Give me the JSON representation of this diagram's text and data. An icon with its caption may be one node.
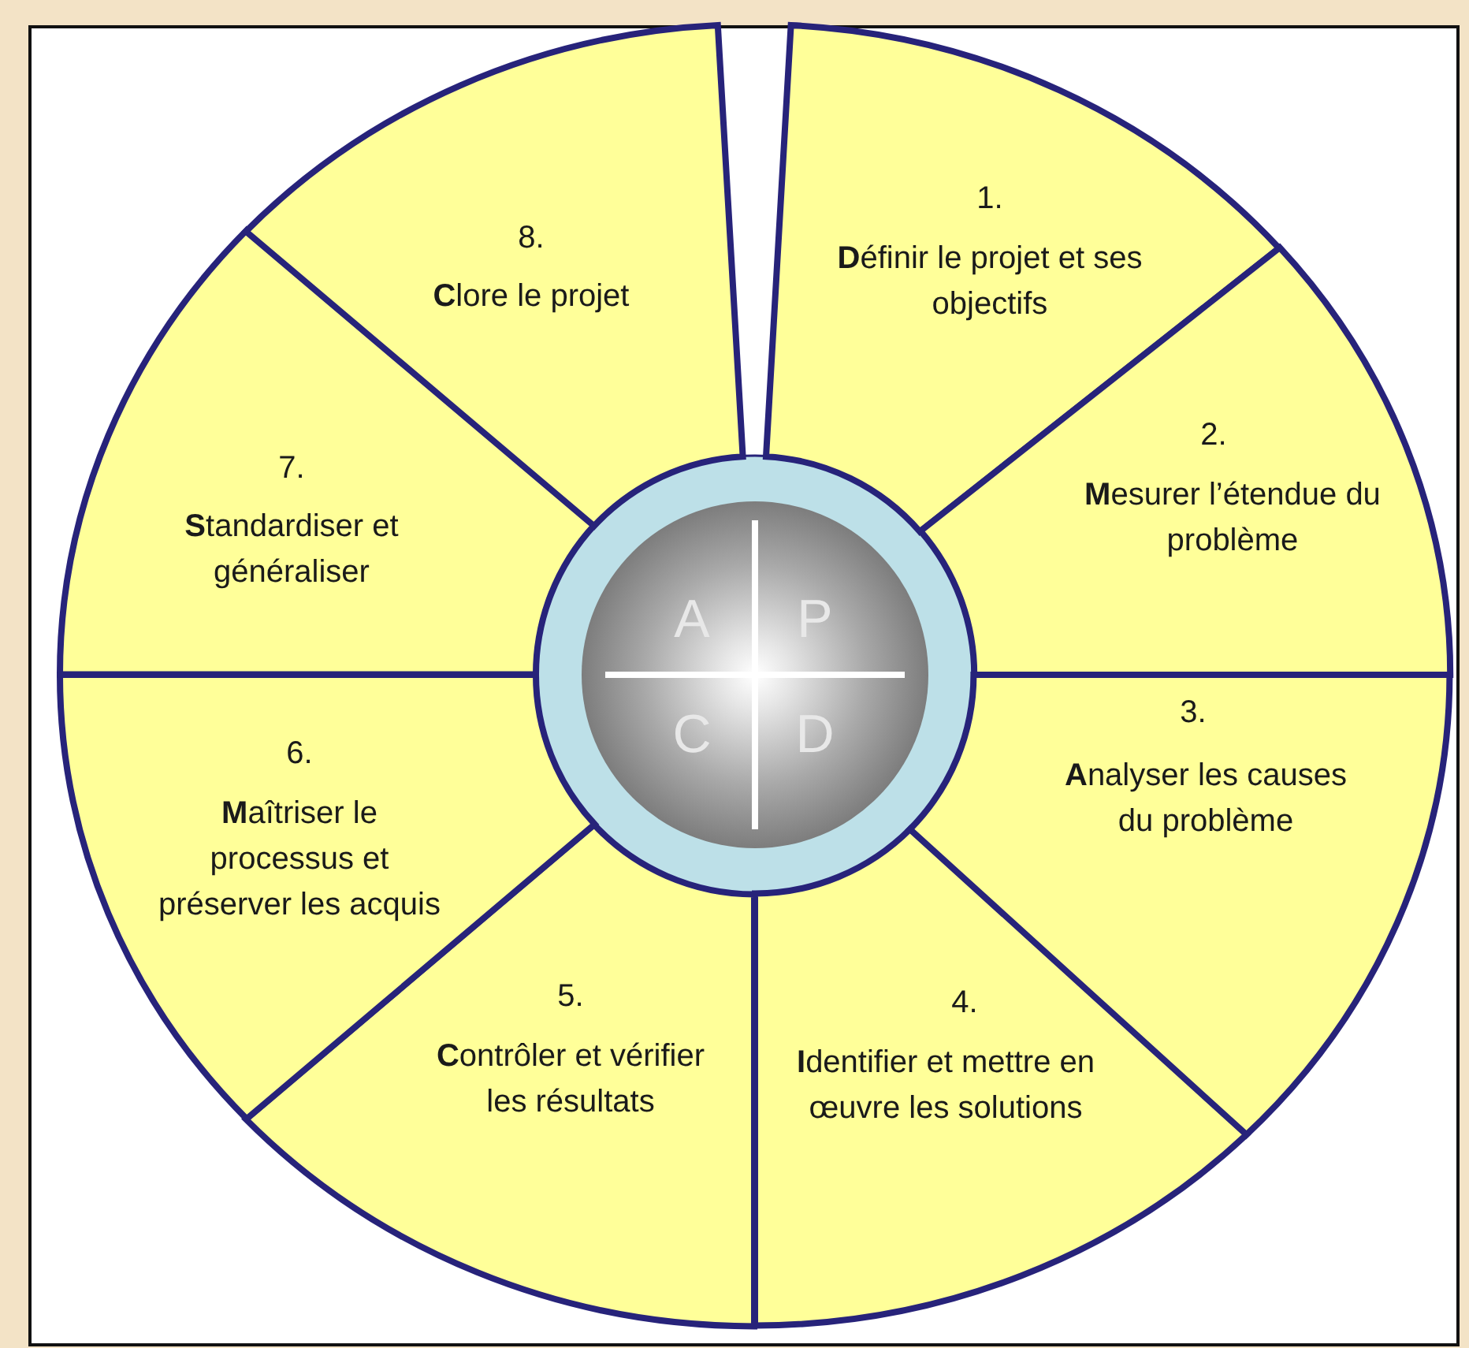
{
  "diagram": {
    "nodes": [
      {
        "text": [
          "1.",
          "**D**éfinir le projet et ses objectifs"
        ]
      },
      {
        "text": [
          "2.",
          "**M**esurer l’étendue du problème"
        ]
      },
      {
        "text": [
          "3.",
          "**A**nalyser les causes du problème"
        ]
      },
      {
        "text": [
          "4.",
          "**I**dentifier et mettre en  œuvre les solutions"
        ]
      },
      {
        "text": [
          "5.",
          "**C**ontrôler et vérifier les résultats"
        ]
      },
      {
        "text": [
          "6.",
          "**M**aîtriser le processus et préserver les acquis"
        ]
      },
      {
        "text": [
          "7.",
          "**S**tandardiser et généraliser"
        ]
      },
      {
        "text": [
          "8.",
          "**C**lore le projet"
        ]
      },
      {
        "text": [
          "A",
          "P",
          "C",
          "D"
        ]
      }
    ]
  }
}
